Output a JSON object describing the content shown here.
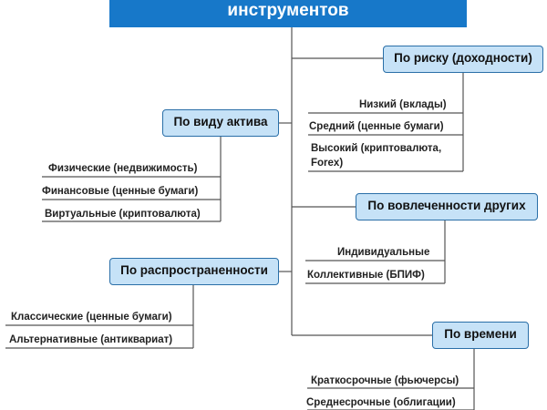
{
  "title": "инструментов",
  "categories": {
    "risk": {
      "label": "По риску (доходности)",
      "items": [
        "Низкий (вклады)",
        "Средний (ценные бумаги)",
        "Высокий (криптовалюта, Forex)"
      ]
    },
    "asset": {
      "label": "По виду актива",
      "items": [
        "Физические (недвижимость)",
        "Финансовые (ценные бумаги)",
        "Виртуальные (криптовалюта)"
      ]
    },
    "involvement": {
      "label": "По вовлеченности других",
      "items": [
        "Индивидуальные",
        "Коллективные (БПИФ)"
      ]
    },
    "prevalence": {
      "label": "По распространенности",
      "items": [
        "Классические (ценные бумаги)",
        "Альтернативные (антиквариат)"
      ]
    },
    "time": {
      "label": "По времени",
      "items": [
        "Краткосрочные (фьючерсы)",
        "Среднесрочные (облигации)"
      ]
    }
  }
}
